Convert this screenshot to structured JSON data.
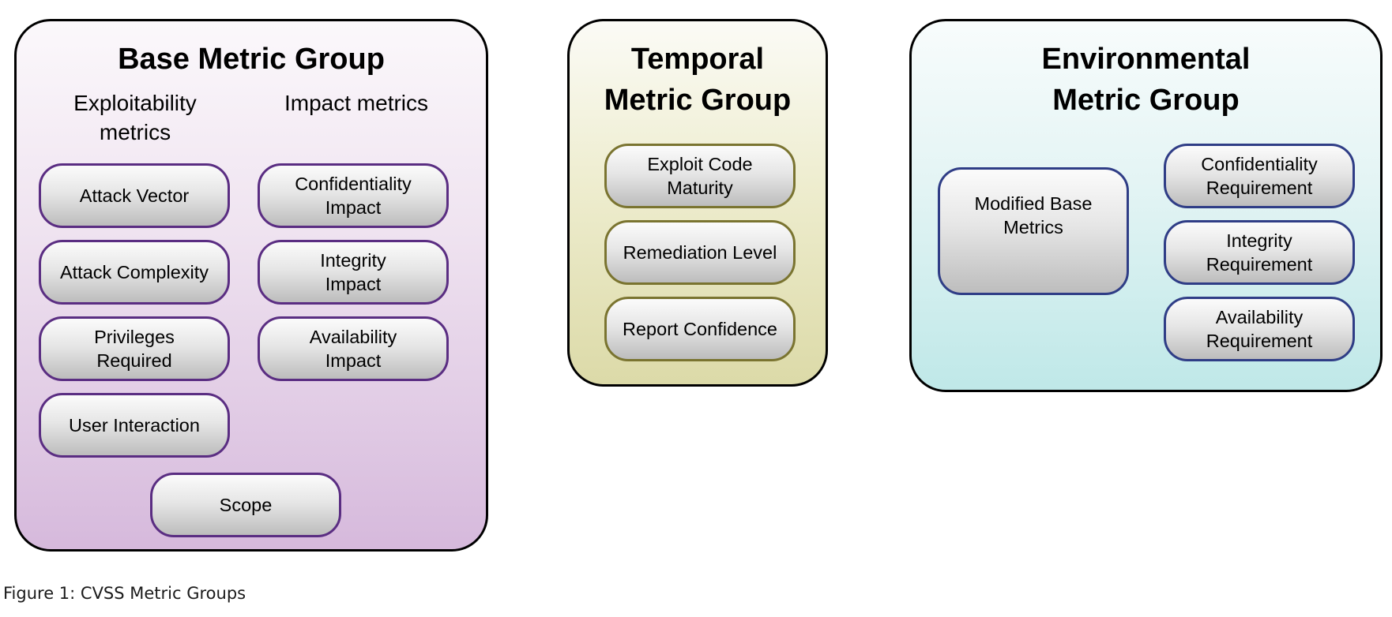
{
  "base_group": {
    "title": "Base Metric Group",
    "exploitability_label": "Exploitability\nmetrics",
    "impact_label": "Impact metrics",
    "exploitability_items": [
      "Attack Vector",
      "Attack Complexity",
      "Privileges\nRequired",
      "User Interaction"
    ],
    "impact_items": [
      "Confidentiality\nImpact",
      "Integrity\nImpact",
      "Availability\nImpact"
    ],
    "scope": "Scope"
  },
  "temporal_group": {
    "title": "Temporal\nMetric Group",
    "items": [
      "Exploit Code\nMaturity",
      "Remediation Level",
      "Report Confidence"
    ]
  },
  "environmental_group": {
    "title": "Environmental\nMetric Group",
    "modified_base": "Modified Base\nMetrics",
    "items": [
      "Confidentiality\nRequirement",
      "Integrity\nRequirement",
      "Availability\nRequirement"
    ]
  },
  "caption": "Figure 1: CVSS Metric Groups",
  "colors": {
    "base_border": "#5a2d82",
    "temporal_border": "#7a7430",
    "environmental_border": "#2f3d86"
  }
}
